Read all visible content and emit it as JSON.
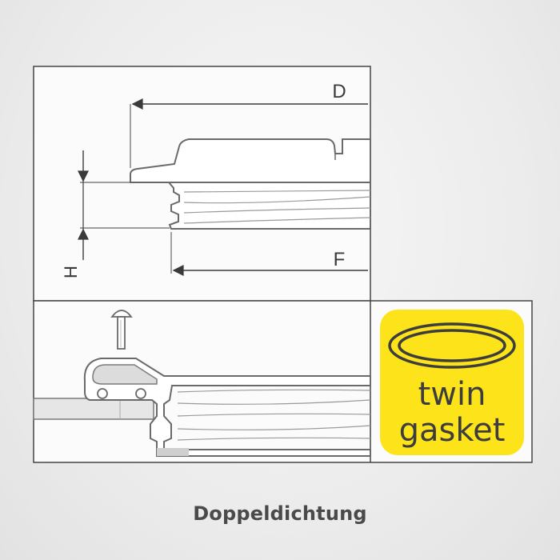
{
  "diagram": {
    "dimension_labels": {
      "d": "D",
      "f": "F",
      "h": "H"
    },
    "badge": {
      "line1": "twin",
      "line2": "gasket",
      "icon": "twin-ring-icon",
      "background_color": "#fde31a",
      "text_color": "#3d3d3d"
    },
    "caption": "Doppeldichtung",
    "colors": {
      "line": "#555555",
      "outline": "#6a6a6a",
      "fill": "#ffffff",
      "hatch": "#dcdcdc"
    }
  }
}
